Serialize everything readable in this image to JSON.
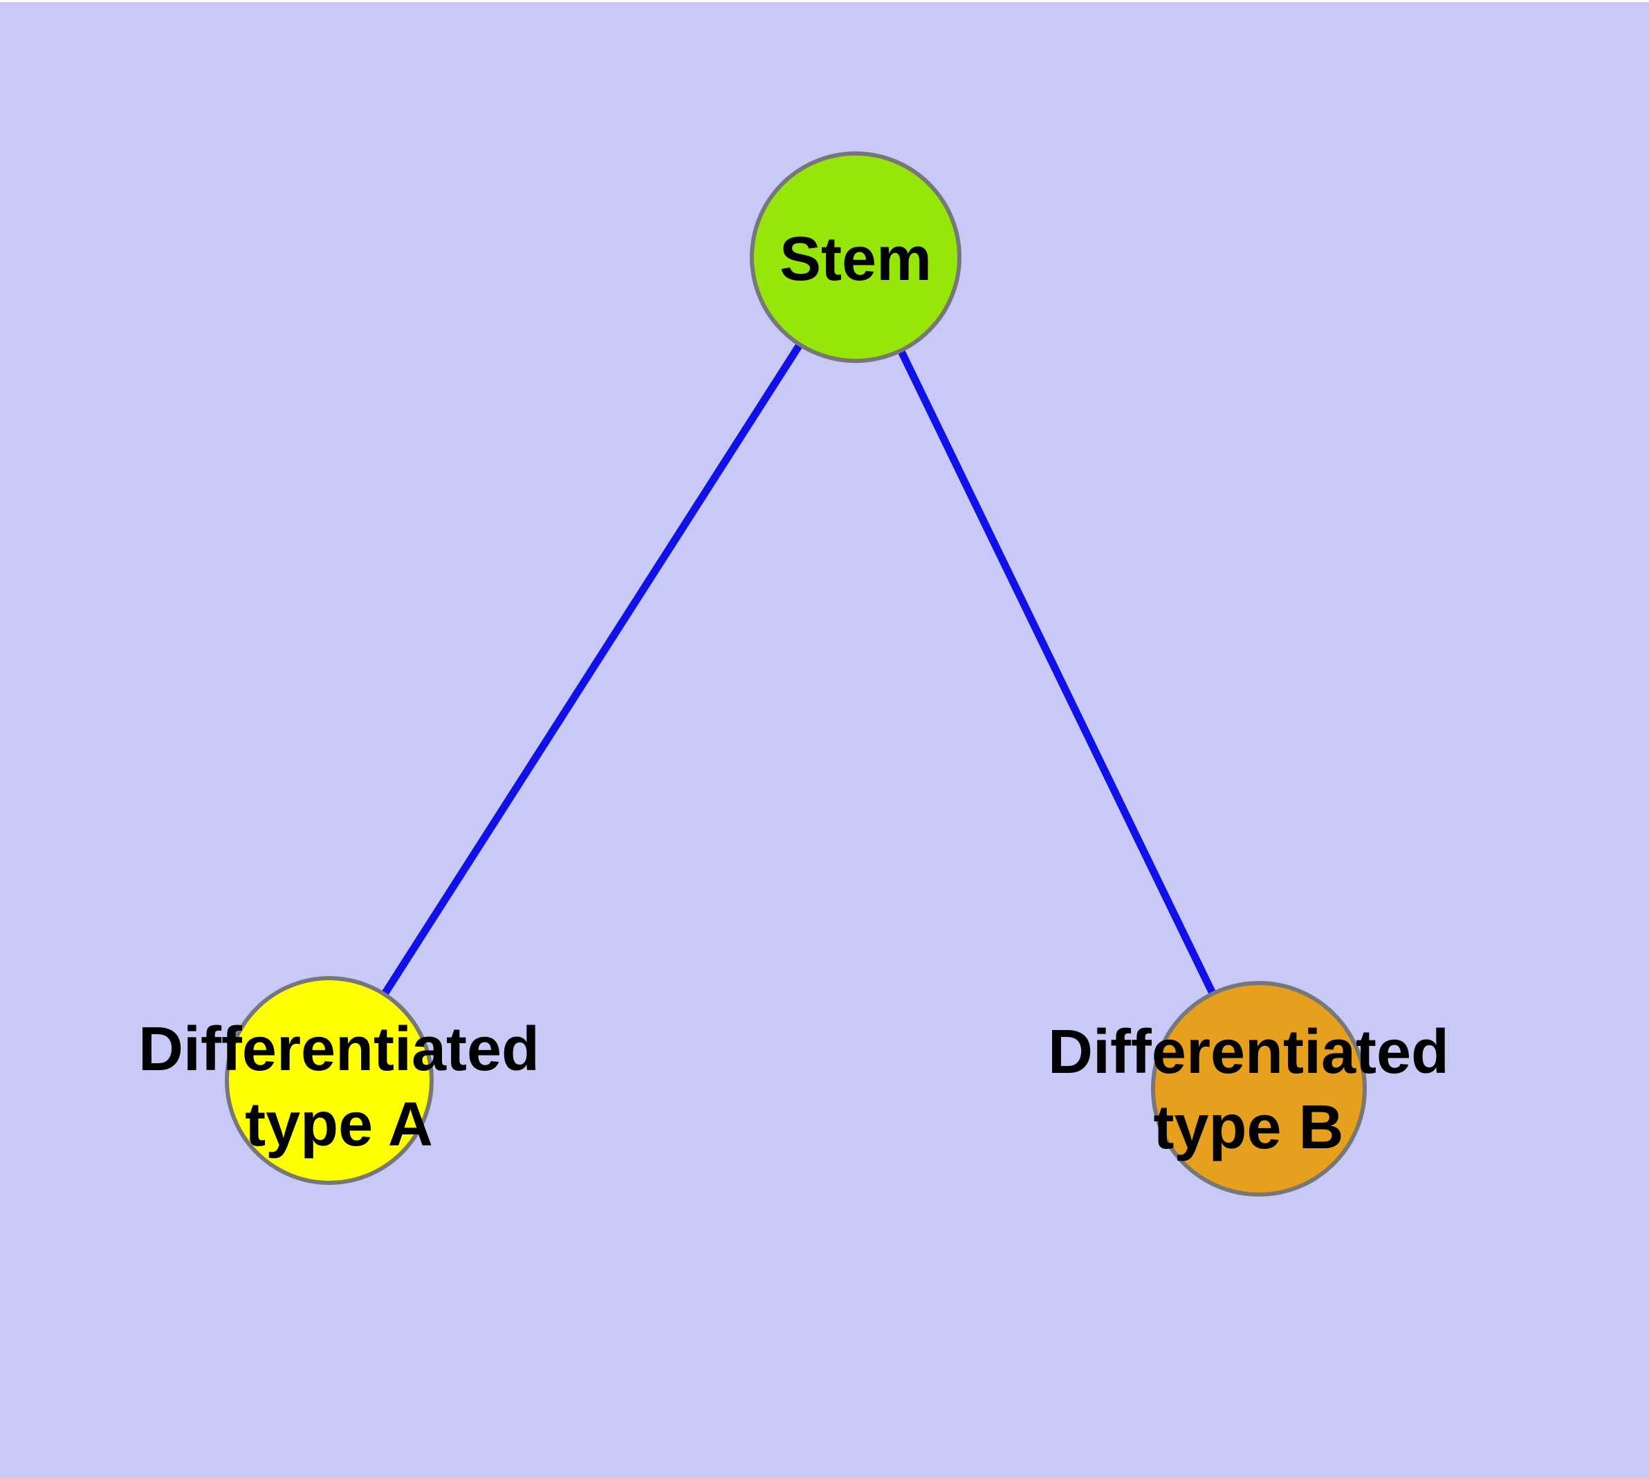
{
  "figure": {
    "kind": "cell-differentiation-graph",
    "background_color": "#C9C9F7",
    "top_margin_color": "#FFFFFF",
    "text_color": "#000000"
  },
  "edges": {
    "color": "#1010E8",
    "items": [
      {
        "from": "Stem",
        "to": "Differentiated type A"
      },
      {
        "from": "Stem",
        "to": "Differentiated type B"
      }
    ]
  },
  "nodes": {
    "stem": {
      "label": "Stem",
      "fill": "#96E60A",
      "border": "#777777"
    },
    "type_a": {
      "label_line1": "Differentiated",
      "label_line2": "type A",
      "fill": "#FFFF00",
      "border": "#777777"
    },
    "type_b": {
      "label_line1": "Differentiated",
      "label_line2": "type B",
      "fill": "#E6A01E",
      "border": "#777777"
    }
  }
}
